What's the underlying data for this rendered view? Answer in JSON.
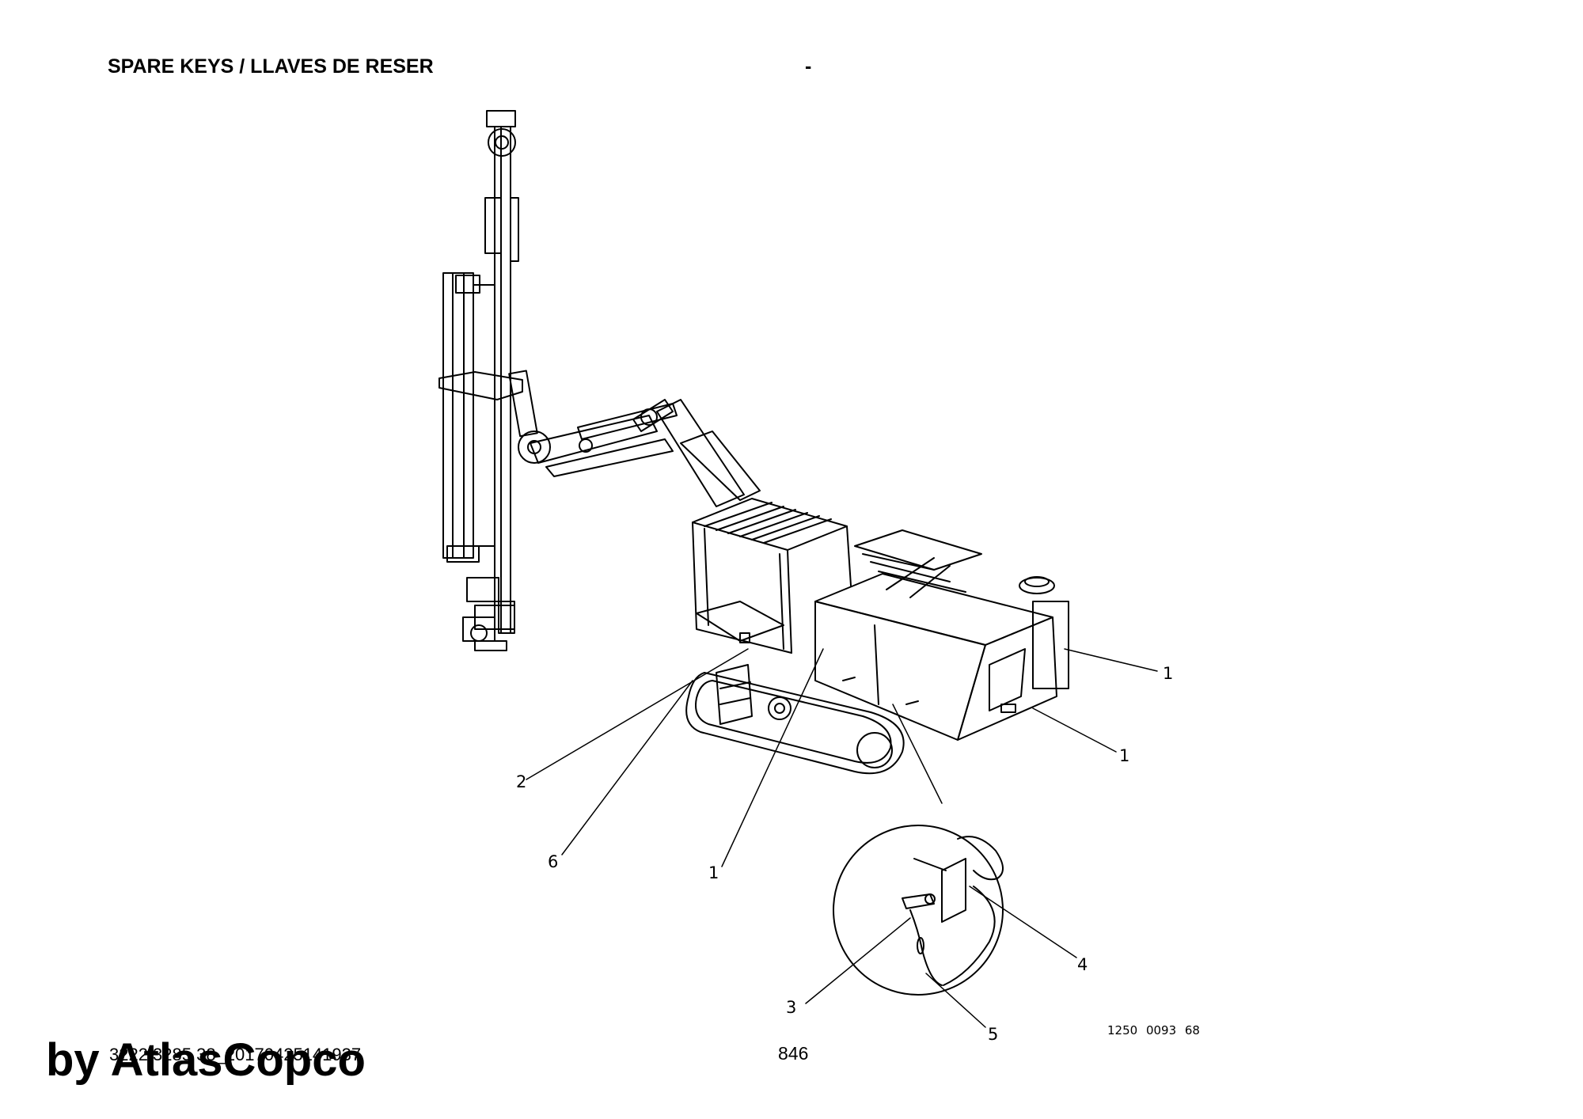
{
  "header": {
    "title": "SPARE KEYS / LLAVES DE RESER",
    "dash": "-"
  },
  "footer": {
    "document_id": "3222 3285 38_20170425141937",
    "page_number": "846",
    "watermark": "by AtlasCopco"
  },
  "figure": {
    "reference_code": "1250 0093 68",
    "callouts": [
      "1",
      "1",
      "2",
      "6",
      "1",
      "4",
      "3",
      "5"
    ]
  }
}
